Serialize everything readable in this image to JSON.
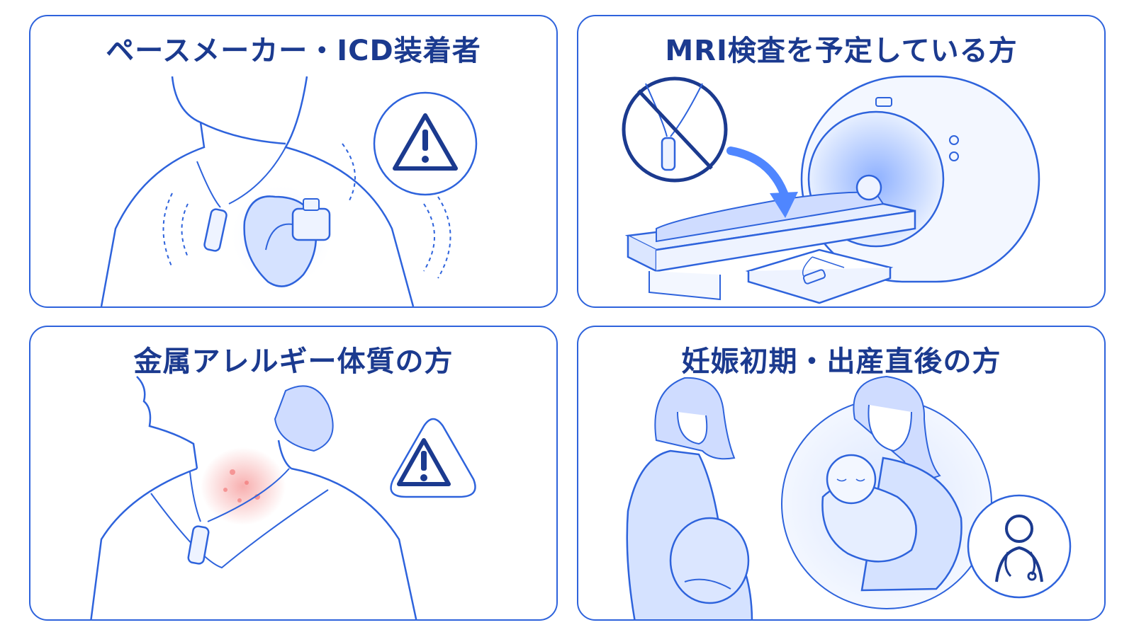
{
  "panels": [
    {
      "title": "ペースメーカー・ICD装着者",
      "icon": "warning-icon"
    },
    {
      "title": "MRI検査を予定している方",
      "icon": "no-necklace-icon"
    },
    {
      "title": "金属アレルギー体質の方",
      "icon": "warning-icon"
    },
    {
      "title": "妊娠初期・出産直後の方",
      "icon": "doctor-icon"
    }
  ],
  "colors": {
    "line": "#2e63dc",
    "title": "#1b3a8f",
    "fill": "#dbe6ff",
    "rash": "#f26d6d"
  }
}
